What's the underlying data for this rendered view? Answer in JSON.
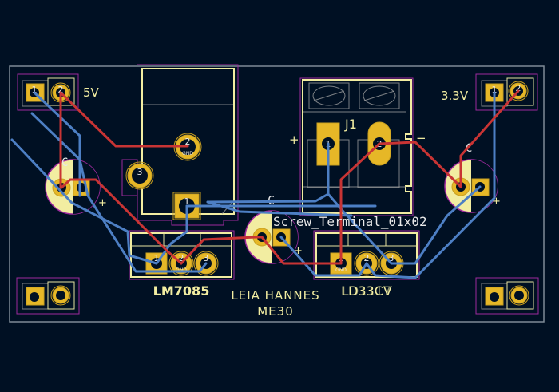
{
  "app": {
    "view": "PCB layout render"
  },
  "colors": {
    "background": "#001023",
    "silkscreen": "#f2eda1",
    "courtyard": "#9e2a9e",
    "front_copper": "#c83434",
    "back_copper": "#4d7fc4",
    "pad": "#e6b727",
    "edge_cuts": "#7f8b97"
  },
  "labels": {
    "header_5v": "5V",
    "header_3v3": "3.3V",
    "j1_ref": "J1",
    "j1_value": "Screw_Terminal_01x02",
    "j1_plus": "+",
    "j1_minus": "−",
    "reg1": "LM7085",
    "reg2": "LD33CV",
    "reg2_overlap": "LD1117",
    "author": "LEIA HANNES",
    "course": "ME30",
    "cap_ref": "C",
    "cap_plus": "+"
  },
  "pads": {
    "one": "1",
    "two": "2",
    "three": "3",
    "gnd": "GND"
  }
}
